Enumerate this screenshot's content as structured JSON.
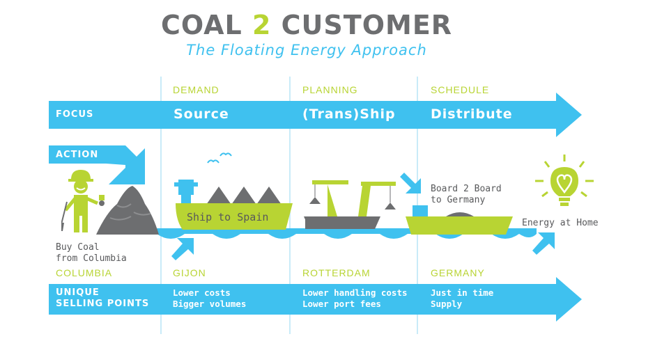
{
  "header": {
    "title_part1": "COAL",
    "title_num": "2",
    "title_part2": "CUSTOMER",
    "subtitle": "The Floating Energy Approach"
  },
  "columns": [
    {
      "head": "DEMAND",
      "focus": "Source",
      "location": "GIJON",
      "usp": [
        "Lower costs",
        "Bigger volumes"
      ]
    },
    {
      "head": "PLANNING",
      "focus": "(Trans)Ship",
      "location": "ROTTERDAM",
      "usp": [
        "Lower handling costs",
        "Lower port fees"
      ]
    },
    {
      "head": "SCHEDULE",
      "focus": "Distribute",
      "location": "GERMANY",
      "usp": [
        "Just in time",
        "Supply"
      ]
    }
  ],
  "rows": {
    "focus_label": "FOCUS",
    "action_label": "ACTION",
    "usp_label": [
      "UNIQUE",
      "SELLING POINTS"
    ]
  },
  "action": {
    "buy_coal": [
      "Buy Coal",
      "from Columbia"
    ],
    "start_location": "COLUMBIA",
    "ship_label": "Ship to Spain",
    "board": [
      "Board 2 Board",
      "to Germany"
    ],
    "energy": "Energy at Home"
  },
  "colors": {
    "blue": "#3fc1ef",
    "green": "#b8d433",
    "grey": "#6d6e70"
  },
  "icons": [
    "worker-icon",
    "coal-pile-icon",
    "ship-icon",
    "crane-icon",
    "barge-icon",
    "lightbulb-icon",
    "bird-icon"
  ]
}
